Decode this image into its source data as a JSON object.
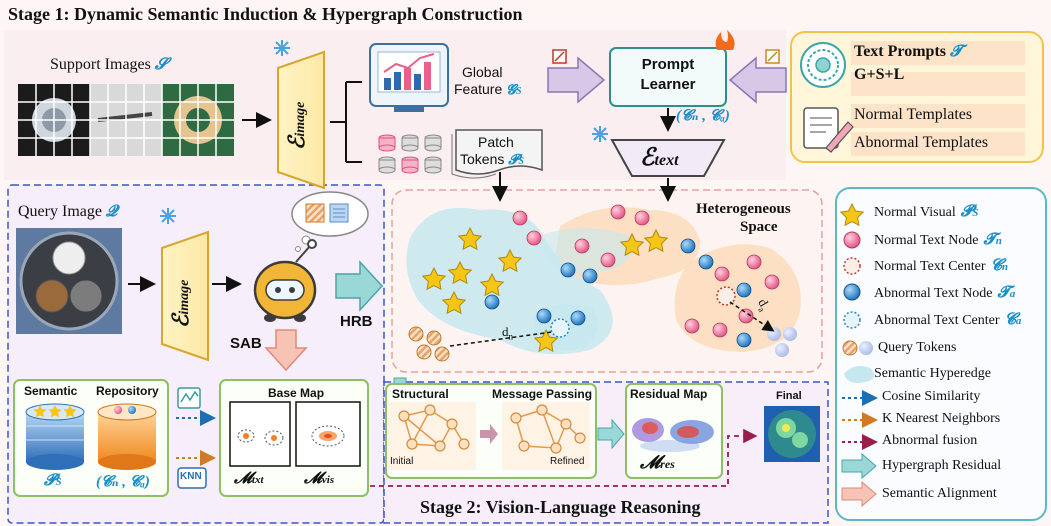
{
  "stage1": {
    "title": "Stage 1: Dynamic Semantic Induction & Hypergraph Construction"
  },
  "stage2": {
    "title": "Stage 2: Vision-Language  Reasoning"
  },
  "support": {
    "label": "Support Images",
    "symbol": "𝓢"
  },
  "encoder_image": "ℰ",
  "encoder_image_sub": "image",
  "encoder_text": "ℰ",
  "encoder_text_sub": "text",
  "global_feature": {
    "line1": "Global",
    "line2": "Feature",
    "symbol": "𝓖"
  },
  "patch_tokens": {
    "line1": "Patch",
    "line2": "Tokens",
    "symbol": "𝓟"
  },
  "prompt_learner": {
    "line1": "Prompt",
    "line2": "Learner"
  },
  "centers_pair": "(𝓒ₙ , 𝓒ₐ)",
  "text_prompts": {
    "title": "Text Prompts",
    "symbol": "𝓣",
    "sub": "G+S+L",
    "normal": "Normal Templates",
    "abnormal": "Abnormal Templates"
  },
  "query": {
    "label": "Query Image",
    "symbol": "𝓠"
  },
  "heterogeneous": {
    "line1": "Heterogeneous",
    "line2": "Space"
  },
  "hrb": "HRB",
  "sab": "SAB",
  "dn": "d",
  "dn_sub": "n",
  "da": "d",
  "da_sub": "a",
  "semantic_repository": {
    "left": "Semantic",
    "right": "Repository",
    "ps": "𝓟",
    "ps_sub": "S",
    "pair": "(𝓒ₙ , 𝓒ₐ)"
  },
  "knn_icon": "KNN",
  "base_map": {
    "title": "Base Map",
    "txt": "𝓜",
    "txt_sub": "txt",
    "vis": "𝓜",
    "vis_sub": "vis"
  },
  "structural": {
    "left": "Structural",
    "right": "Message Passing",
    "initial": "Initial",
    "refined": "Refined"
  },
  "residual": {
    "title": "Residual Map",
    "symbol": "𝓜",
    "sub": "res"
  },
  "final": "Final",
  "legend": [
    {
      "icon": "star-icon",
      "label": "Normal Visual",
      "symbol": "𝓟",
      "sub": "S"
    },
    {
      "icon": "pink-node-icon",
      "label": "Normal Text Node",
      "symbol": "𝓣",
      "sub": "n"
    },
    {
      "icon": "normal-center-icon",
      "label": "Normal Text Center",
      "symbol": "𝓒",
      "sub": "n"
    },
    {
      "icon": "blue-node-icon",
      "label": "Abnormal Text Node",
      "symbol": "𝓣",
      "sub": "a"
    },
    {
      "icon": "abnormal-center-icon",
      "label": "Abnormal Text Center",
      "symbol": "𝓒",
      "sub": "a"
    },
    {
      "icon": "query-token-icon",
      "label": "Query Tokens",
      "symbol": "",
      "sub": ""
    },
    {
      "icon": "hyperedge-icon",
      "label": "Semantic Hyperedge",
      "symbol": "",
      "sub": ""
    },
    {
      "icon": "cosine-line-icon",
      "label": "Cosine Similarity",
      "symbol": "",
      "sub": ""
    },
    {
      "icon": "knn-line-icon",
      "label": "K Nearest Neighbors",
      "symbol": "",
      "sub": ""
    },
    {
      "icon": "fusion-line-icon",
      "label": "Abnormal fusion",
      "symbol": "",
      "sub": ""
    },
    {
      "icon": "teal-arrow-icon",
      "label": "Hypergraph Residual",
      "symbol": "",
      "sub": ""
    },
    {
      "icon": "red-arrow-icon",
      "label": "Semantic Alignment",
      "symbol": "",
      "sub": ""
    }
  ],
  "colors": {
    "pink_node": "#e9608a",
    "blue_node": "#2b86c9",
    "star": "#f5c518",
    "teal_arrow": "#5cc3c6",
    "red_arrow": "#e58b7b",
    "cyan_symbol": "#1a8fc9"
  }
}
